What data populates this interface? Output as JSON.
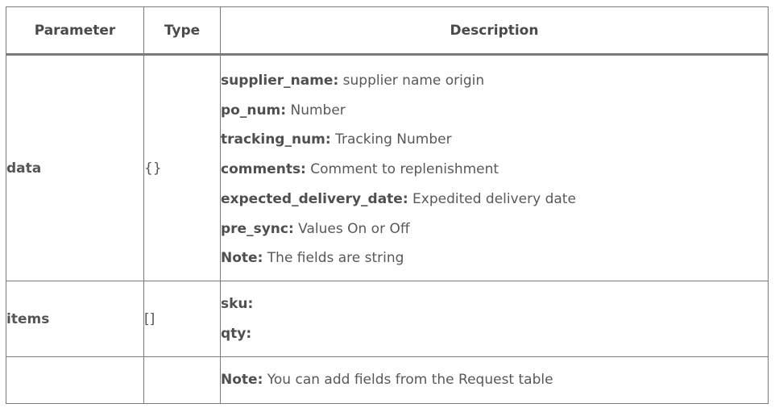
{
  "headers": {
    "parameter": "Parameter",
    "type": "Type",
    "description": "Description"
  },
  "rows": [
    {
      "parameter": "data",
      "type": "{}",
      "fields": [
        {
          "key": "supplier_name:",
          "value": " supplier name origin"
        },
        {
          "key": "po_num:",
          "value": " Number"
        },
        {
          "key": "tracking_num:",
          "value": " Tracking Number"
        },
        {
          "key": "comments:",
          "value": " Comment to replenishment"
        },
        {
          "key": "expected_delivery_date:",
          "value": " Expedited delivery date"
        },
        {
          "key": "pre_sync:",
          "value": " Values On or Off"
        },
        {
          "key": "Note:",
          "value": " The fields are string"
        }
      ]
    },
    {
      "parameter": "items",
      "type": "[]",
      "fields": [
        {
          "key": "sku:",
          "value": ""
        },
        {
          "key": "qty:",
          "value": ""
        }
      ]
    },
    {
      "parameter": "",
      "type": "",
      "fields": [
        {
          "key": "Note:",
          "value": " You can add fields from the Request table"
        }
      ]
    }
  ]
}
